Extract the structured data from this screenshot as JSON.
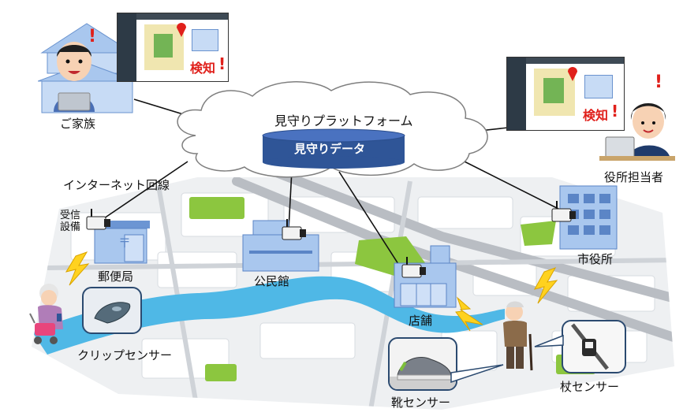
{
  "platform": {
    "cloud_title": "見守りプラットフォーム",
    "database_label": "見守りデータ"
  },
  "network_label": "インターネット回線",
  "receiver_label": "受信\n設備",
  "facilities": {
    "post_office": "郵便局",
    "community_center": "公民館",
    "shop": "店舗",
    "city_hall": "市役所"
  },
  "family_label": "ご家族",
  "official_label": "役所担当者",
  "detection_text": "検知",
  "sensors": {
    "clip": "クリップセンサー",
    "shoe": "靴センサー",
    "cane": "杖センサー"
  },
  "colors": {
    "building": "#8fb4e6",
    "building_dark": "#5b85c6",
    "database": "#2f5597",
    "alert": "#e0201b",
    "river": "#4fb8e6",
    "park": "#8cc63f",
    "lightning": "#ffd21f"
  }
}
